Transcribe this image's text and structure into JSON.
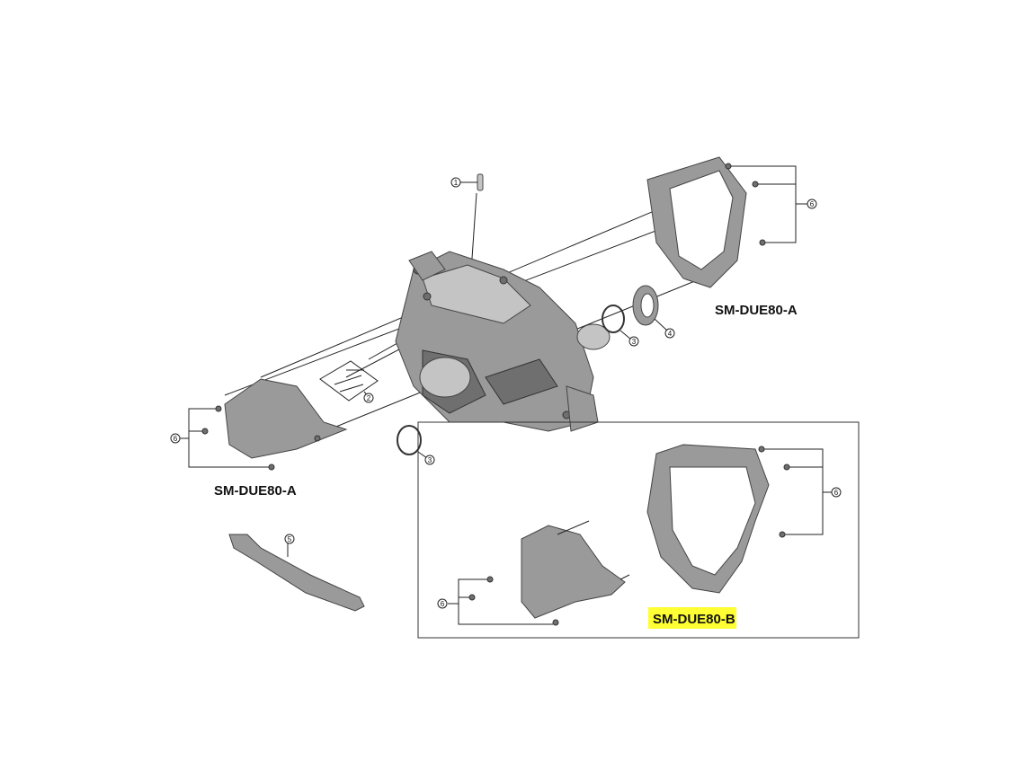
{
  "labels": {
    "upper_right_model": "SM-DUE80-A",
    "left_model": "SM-DUE80-A",
    "boxed_model": "SM-DUE80-B"
  },
  "callouts": [
    "1",
    "2",
    "3",
    "3",
    "4",
    "5",
    "6",
    "6",
    "6",
    "6"
  ],
  "colors": {
    "highlight": "#ffff33",
    "part_fill": "#9a9a9a",
    "outline": "#444444"
  }
}
